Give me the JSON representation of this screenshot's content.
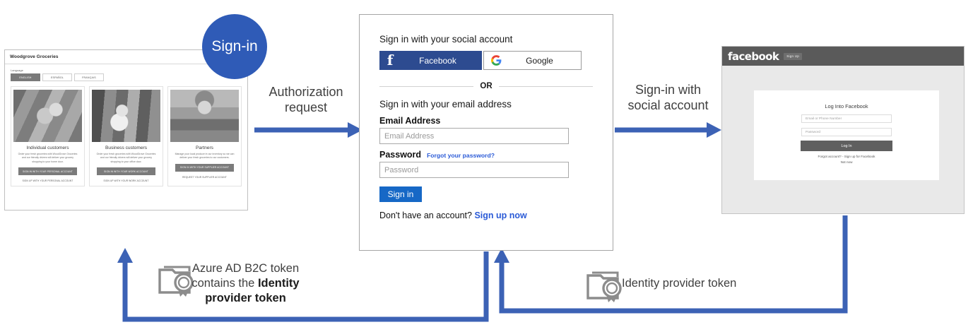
{
  "colors": {
    "accent_blue": "#2f5bb7",
    "arrow_blue": "#3c62b5",
    "facebook_blue": "#2d4b90",
    "signin_button_blue": "#1668c6",
    "link_blue": "#2b5bd7",
    "facebook_header_gray": "#5a5a5a",
    "cert_icon_gray": "#8c8c8c"
  },
  "signin_badge": {
    "label": "Sign-in"
  },
  "flow_labels": {
    "authorization_request": "Authorization\nrequest",
    "authorization_request_line1": "Authorization",
    "authorization_request_line2": "request",
    "signin_with_social_line1": "Sign-in with",
    "signin_with_social_line2": "social account"
  },
  "tokens": {
    "left": {
      "line1": "Azure AD B2C token",
      "line2_prefix": "contains the ",
      "line2_bold": "Identity",
      "line3_bold": "provider token",
      "icon": "certificate-icon"
    },
    "right": {
      "label": "Identity provider token",
      "icon": "certificate-icon"
    }
  },
  "woodgrove": {
    "title": "Woodgrove Groceries",
    "language_label": "Language",
    "languages": [
      {
        "label": "ENGLISH",
        "active": true
      },
      {
        "label": "ESPAÑOL",
        "active": false
      },
      {
        "label": "FRANÇAIS",
        "active": false
      }
    ],
    "cards": [
      {
        "title": "Individual customers",
        "description": "Order your fresh groceries with WoodGrove Groceries and our friendly drivers will deliver your grocery shopping to your home door.",
        "primary_button": "SIGN IN WITH YOUR PERSONAL ACCOUNT",
        "secondary_link": "SIGN UP WITH YOUR PERSONAL ACCOUNT",
        "photo": "shopper-with-child-photo"
      },
      {
        "title": "Business customers",
        "description": "Order your fresh groceries with WoodGrove Groceries and our friendly drivers will deliver your grocery shopping to your office door.",
        "primary_button": "SIGN IN WITH YOUR WORK ACCOUNT",
        "secondary_link": "SIGN UP WITH YOUR WORK ACCOUNT",
        "photo": "store-clerk-photo"
      },
      {
        "title": "Partners",
        "description": "Manage your local produce in our inventory so we can deliver your fresh groceries to our customers.",
        "primary_button": "SIGN IN WITH YOUR SUPPLIER ACCOUNT",
        "secondary_link": "REQUEST YOUR SUPPLIER ACCOUNT",
        "photo": "farmer-with-basket-photo"
      }
    ]
  },
  "b2c": {
    "social_heading": "Sign in with your social account",
    "facebook_button": "Facebook",
    "google_button": "Google",
    "facebook_icon": "facebook-f-icon",
    "google_icon": "google-g-icon",
    "divider": "OR",
    "email_heading": "Sign in with your email address",
    "email_label": "Email Address",
    "email_placeholder": "Email Address",
    "email_value": "",
    "password_label": "Password",
    "password_placeholder": "Password",
    "password_value": "",
    "forgot_link": "Forgot your password?",
    "signin_button": "Sign in",
    "no_account_text": "Don't have an account? ",
    "signup_link": "Sign up now"
  },
  "facebook": {
    "wordmark": "facebook",
    "signup_button": "Sign Up",
    "card_title": "Log Into Facebook",
    "email_placeholder": "Email or Phone Number",
    "password_placeholder": "Password",
    "login_button": "Log In",
    "footer_links": "Forgot account? - Sign up for Facebook",
    "not_now": "Not now"
  }
}
